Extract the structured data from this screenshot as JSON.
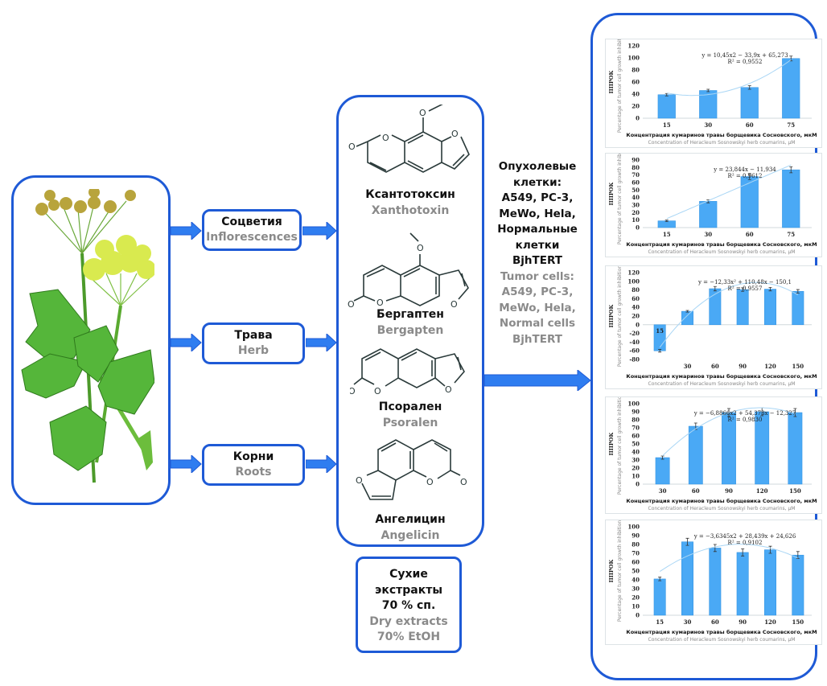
{
  "colors": {
    "border": "#1e5ad6",
    "arrow": "#2f7df0",
    "bar": "#4aa9f5",
    "trend": "#a9d6f5",
    "en_text": "#8a8a8a"
  },
  "plant": {
    "icon": "heracleum-plant-illustration"
  },
  "parts": [
    {
      "ru": "Соцветия",
      "en": "Inflorescences"
    },
    {
      "ru": "Трава",
      "en": "Herb"
    },
    {
      "ru": "Корни",
      "en": "Roots"
    }
  ],
  "compounds": [
    {
      "ru": "Ксантотоксин",
      "en": "Xanthotoxin",
      "structure": "xanthotoxin-structure"
    },
    {
      "ru": "Бергаптен",
      "en": "Bergapten",
      "structure": "bergapten-structure"
    },
    {
      "ru": "Псорален",
      "en": "Psoralen",
      "structure": "psoralen-structure"
    },
    {
      "ru": "Ангелицин",
      "en": "Angelicin",
      "structure": "angelicin-structure"
    }
  ],
  "extracts": {
    "ru": [
      "Сухие",
      "экстракты",
      "70 % сп."
    ],
    "en": [
      "Dry extracts",
      "70% EtOH"
    ]
  },
  "cells": {
    "ru": [
      "Опухолевые",
      "клетки:",
      "A549, PC-3,",
      "MeWo, Hela,",
      "Нормальные",
      "клетки",
      "BjhTERT"
    ],
    "en": [
      "Tumor cells:",
      "A549, PC-3,",
      "MeWo, Hela,",
      "Normal cells",
      "BjhTERT"
    ]
  },
  "chart_data": [
    {
      "type": "bar",
      "title": "",
      "categories": [
        "15",
        "30",
        "60",
        "75"
      ],
      "values": [
        39,
        46,
        51,
        99
      ],
      "errors": [
        2,
        2,
        3,
        4
      ],
      "ylim": [
        0,
        120
      ],
      "yticks": [
        0,
        20,
        40,
        60,
        80,
        100,
        120
      ],
      "ylabel_ru": "ППРОК",
      "ylabel_en": "Percentage of tumor cell growth inhibition",
      "xlabel_ru": "Концентрация кумаринов травы борщевика Сосновского, мкМ",
      "xlabel_en": "Concentration of  Heracleum Sosnowskyi herb coumarins, µM",
      "equation": "y = 10,45x2 − 33,9x + 65,273",
      "r2": "R² = 0,9552",
      "trend": {
        "type": "poly2",
        "a": 10.45,
        "b": -33.9,
        "c": 65.273
      }
    },
    {
      "type": "bar",
      "title": "",
      "categories": [
        "15",
        "30",
        "60",
        "75"
      ],
      "values": [
        9,
        35,
        68,
        77
      ],
      "errors": [
        1,
        2,
        4,
        4
      ],
      "ylim": [
        0,
        90
      ],
      "yticks": [
        0,
        10,
        20,
        30,
        40,
        50,
        60,
        70,
        80,
        90
      ],
      "ylabel_ru": "ППРОК",
      "ylabel_en": "Percentage of tumor cell growth inhibition",
      "xlabel_ru": "Концентрация кумаринов травы борщевика Сосновского, мкМ",
      "xlabel_en": "Concentration of  Heracleum Sosnowskyi herb coumarins, µM",
      "equation": "y = 23,844x − 11,934",
      "r2": "R² = 0,9612",
      "trend": {
        "type": "linear",
        "a": 0,
        "b": 23.844,
        "c": -11.934
      }
    },
    {
      "type": "bar",
      "title": "",
      "categories": [
        "15",
        "30",
        "60",
        "90",
        "120",
        "150"
      ],
      "values": [
        -60,
        31,
        83,
        81,
        82,
        77
      ],
      "errors": [
        3,
        2,
        5,
        4,
        4,
        4
      ],
      "ylim": [
        -80,
        120
      ],
      "yticks": [
        -80,
        -60,
        -40,
        -20,
        0,
        20,
        40,
        60,
        80,
        100,
        120
      ],
      "ylabel_ru": "ППРОК",
      "ylabel_en": "Percentage of tumor cell growth inhibition",
      "xlabel_ru": "Концентрация кумаринов травы борщевика Сосновского, мкМ",
      "xlabel_en": "Concentration of  Heracleum Sosnowskyi herb coumarins, µM",
      "equation": "y = −12,33x² + 110,48x − 150,1",
      "r2": "R² = 0,9557",
      "trend": {
        "type": "poly2",
        "a": -12.33,
        "b": 110.48,
        "c": -150.1
      }
    },
    {
      "type": "bar",
      "title": "",
      "categories": [
        "30",
        "60",
        "90",
        "120",
        "150"
      ],
      "values": [
        33,
        72,
        89,
        90,
        89
      ],
      "errors": [
        2,
        4,
        5,
        5,
        5
      ],
      "ylim": [
        0,
        100
      ],
      "yticks": [
        0,
        10,
        20,
        30,
        40,
        50,
        60,
        70,
        80,
        90,
        100
      ],
      "ylabel_ru": "ППРОК",
      "ylabel_en": "Percentage of tumor cell growth inhibition",
      "xlabel_ru": "Концентрация кумаринов травы борщевика Сосновского, мкМ",
      "xlabel_en": "Concentration of  Heracleum Sosnowskyi herb coumarins, µM",
      "equation": "y = −6,8866x2 + 54,373x − 12,327",
      "r2": "R² = 0,9830",
      "trend": {
        "type": "poly2",
        "a": -6.8866,
        "b": 54.373,
        "c": -12.327
      }
    },
    {
      "type": "bar",
      "title": "",
      "categories": [
        "15",
        "30",
        "60",
        "90",
        "120",
        "150"
      ],
      "values": [
        41,
        83,
        76,
        71,
        74,
        68
      ],
      "errors": [
        2,
        4,
        4,
        4,
        4,
        4
      ],
      "ylim": [
        0,
        100
      ],
      "yticks": [
        0,
        10,
        20,
        30,
        40,
        50,
        60,
        70,
        80,
        90,
        100
      ],
      "ylabel_ru": "ППРОК",
      "ylabel_en": "Percentage of tumor cell growth inhibition",
      "xlabel_ru": "Концентрация кумаринов травы борщевика Сосновского, мкМ",
      "xlabel_en": "Concentration of  Heracleum Sosnowskyi herb coumarins, µM",
      "equation": "y = −3,6345x2 + 28,439x + 24,626",
      "r2": "R² = 0,9102",
      "trend": {
        "type": "poly2",
        "a": -3.6345,
        "b": 28.439,
        "c": 24.626
      }
    }
  ]
}
